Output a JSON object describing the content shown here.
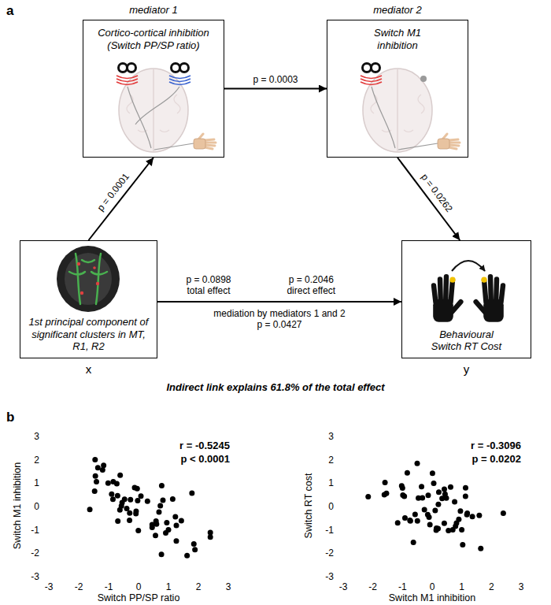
{
  "diagram": {
    "nodes": [
      {
        "text": [
          "mediator 1",
          "Cortico-cortical inhibition (Switch PP/SP ratio)"
        ]
      },
      {
        "text": [
          "mediator 2",
          "Switch M1 inhibition"
        ]
      },
      {
        "text": [
          "1st principal component of significant clusters in MT, R1, R2",
          "x"
        ]
      },
      {
        "text": [
          "Behavioural Switch RT Cost",
          "y"
        ]
      }
    ],
    "edges": [
      {
        "from": 2,
        "to": 0,
        "label": "p = 0.0001",
        "arrow": "to"
      },
      {
        "from": 0,
        "to": 1,
        "label": "p = 0.0003",
        "arrow": "to"
      },
      {
        "from": 1,
        "to": 3,
        "label": "p = 0.0262",
        "arrow": "to"
      },
      {
        "from": 2,
        "to": 3,
        "label": "p = 0.2046 direct effect",
        "arrow": "to"
      }
    ],
    "labels": [
      "a",
      "p = 0.0898 total effect",
      "mediation by mediators 1 and 2 p = 0.0427",
      "Indirect link explains 61.8% of the total effect",
      "b",
      "Switch M1 inhibition",
      "Switch PP/SP ratio",
      "r = -0.5245",
      "p < 0.0001",
      "3",
      "2",
      "1",
      "0",
      "-1",
      "-2",
      "-3",
      "-3",
      "-2",
      "-1",
      "0",
      "1",
      "2",
      "3",
      "Switch RT cost",
      "Switch M1 inhibition",
      "r = -0.3096",
      "p = 0.0202",
      "3",
      "2",
      "1",
      "0",
      "-1",
      "-2",
      "-3",
      "-3",
      "-2",
      "-1",
      "0",
      "1",
      "2",
      "3"
    ]
  }
}
